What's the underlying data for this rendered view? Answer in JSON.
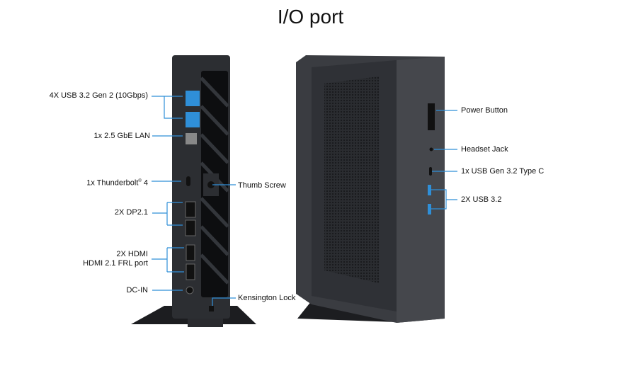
{
  "title": "I/O port",
  "rear_labels": {
    "usb": "4X USB 3.2 Gen 2 (10Gbps)",
    "lan": "1x 2.5 GbE LAN",
    "thunderbolt": "1x Thunderbolt",
    "thunderbolt_reg": "®",
    "thunderbolt_ver": " 4",
    "dp": "2X DP2.1",
    "hdmi_1": "2X HDMI",
    "hdmi_2": "HDMI 2.1 FRL port",
    "dc": "DC-IN",
    "thumb_screw": "Thumb Screw",
    "kensington": "Kensington Lock"
  },
  "front_labels": {
    "power": "Power Button",
    "headset": "Headset Jack",
    "usb_c": "1x USB Gen 3.2 Type C",
    "usb": "2X USB 3.2"
  },
  "colors": {
    "leader_line": "#2f8fd8",
    "usb_port": "#2f8fd8",
    "body": "#2b2d31"
  }
}
